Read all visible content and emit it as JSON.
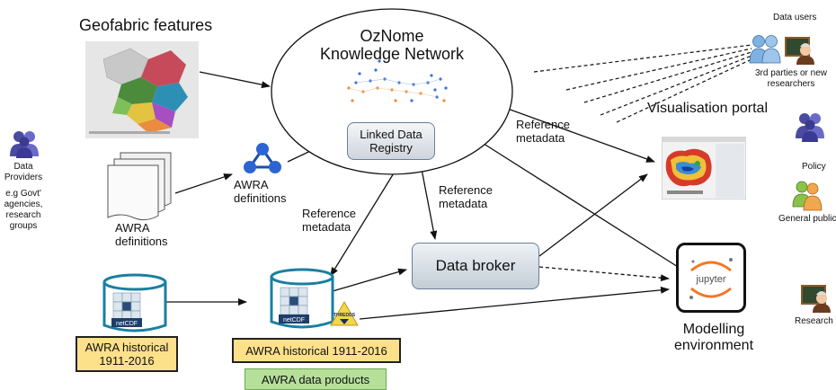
{
  "geofabric": {
    "title": "Geofabric features"
  },
  "oznome": {
    "line1": "OzNome",
    "line2": "Knowledge Network"
  },
  "linked_data_registry": {
    "line1": "Linked Data",
    "line2": "Registry"
  },
  "reference_metadata_right": {
    "line1": "Reference",
    "line2": "metadata"
  },
  "reference_metadata_middle": {
    "line1": "Reference",
    "line2": "metadata"
  },
  "reference_metadata_left": {
    "line1": "Reference",
    "line2": "metadata"
  },
  "awra_definitions_icon_label": {
    "line1": "AWRA",
    "line2": "definitions"
  },
  "awra_definitions_doc_label": {
    "line1": "AWRA",
    "line2": "definitions"
  },
  "data_providers": {
    "line1": "Data",
    "line2": "Providers",
    "line3": "e.g Govt'",
    "line4": "agencies,",
    "line5": "research",
    "line6": "groups"
  },
  "netcdf_label_left": "netCDF",
  "netcdf_label_right": "netCDF",
  "thredds_label": "THREDDS",
  "awra_historical_left": {
    "line1": "AWRA historical",
    "line2": "1911-2016"
  },
  "awra_historical_right": "AWRA historical 1911-2016",
  "awra_data_products": "AWRA data products",
  "data_broker": "Data broker",
  "jupyter_label": "jupyter",
  "modelling_environment": {
    "line1": "Modelling",
    "line2": "environment"
  },
  "visualisation_portal": "Visualisation portal",
  "data_users": "Data users",
  "third_parties": {
    "line1": "3rd parties or new",
    "line2": "researchers"
  },
  "policy": "Policy",
  "general_public": "General public",
  "research": "Research",
  "colors": {
    "yellow_box": "#fde08a",
    "green_box": "#b6e09a",
    "user_icon": "#5a5ab4",
    "database_icon": "#1a7fa0",
    "network_blue": "#3a6fd8",
    "network_orange": "#f08a3a"
  }
}
